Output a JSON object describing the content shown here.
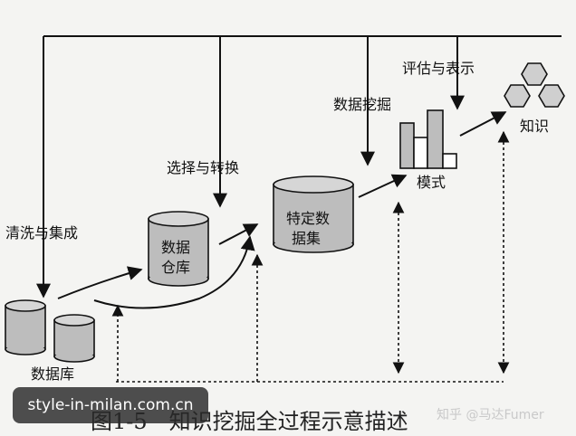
{
  "labels": {
    "database": "数据库",
    "clean_integrate": "清洗与集成",
    "warehouse_line1": "数据",
    "warehouse_line2": "仓库",
    "select_transform": "选择与转换",
    "target_line1": "特定数",
    "target_line2": "据集",
    "data_mining": "数据挖掘",
    "pattern": "模式",
    "evaluate_present": "评估与表示",
    "knowledge": "知识"
  },
  "caption": "图1-5　知识挖掘全过程示意描述",
  "watermark": "知乎 @马达Fumer",
  "banner": "style-in-milan.com.cn",
  "colors": {
    "cylinder_fill": "#bdbdbd",
    "knowledge_fill": "#cfcfcf",
    "line": "#111111",
    "banner_bg": "#2a2a2a"
  }
}
